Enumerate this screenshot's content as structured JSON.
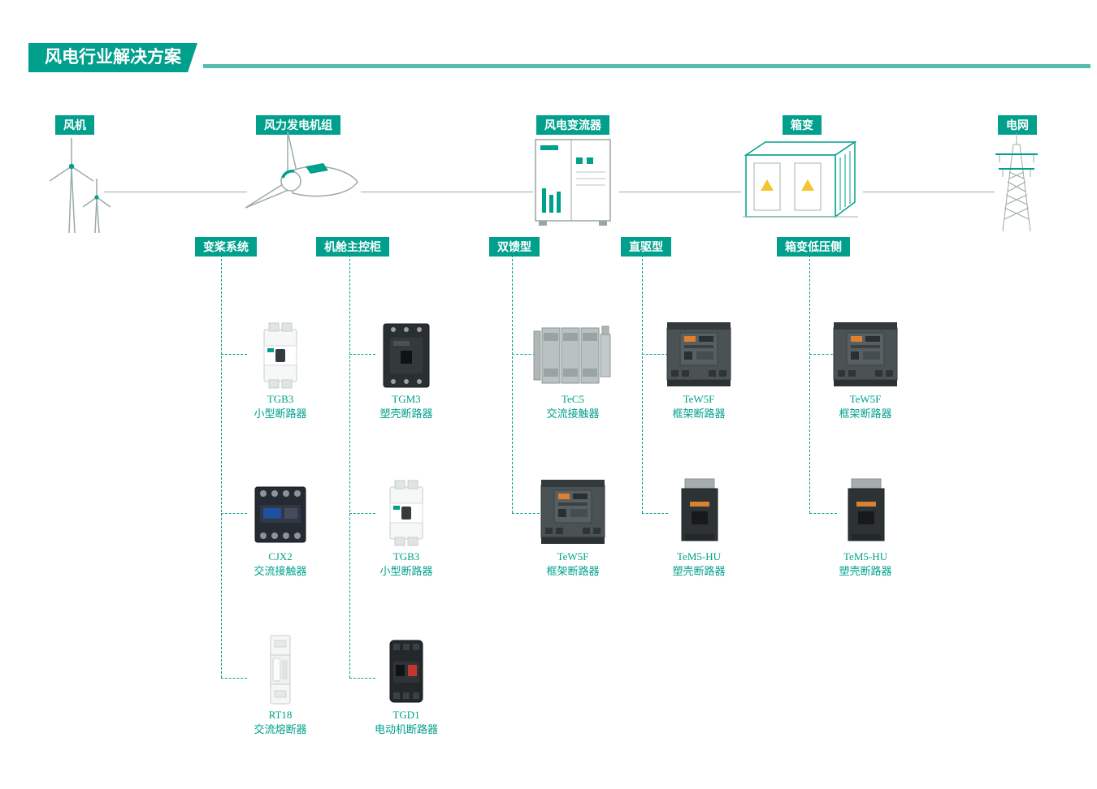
{
  "page": {
    "title": "风电行业解决方案",
    "accent_color": "#00A08C",
    "line_color": "#54BDAF"
  },
  "flow": {
    "stages": [
      {
        "label": "风机",
        "icon": "wind-turbine-icon"
      },
      {
        "label": "风力发电机组",
        "icon": "nacelle-icon"
      },
      {
        "label": "风电变流器",
        "icon": "converter-cabinet-icon"
      },
      {
        "label": "箱变",
        "icon": "box-substation-icon"
      },
      {
        "label": "电网",
        "icon": "transmission-tower-icon"
      }
    ]
  },
  "categories": [
    {
      "label": "变桨系统",
      "products": [
        {
          "model": "TGB3",
          "name": "小型断路器"
        },
        {
          "model": "CJX2",
          "name": "交流接触器"
        },
        {
          "model": "RT18",
          "name": "交流熔断器"
        }
      ]
    },
    {
      "label": "机舱主控柜",
      "products": [
        {
          "model": "TGM3",
          "name": "塑壳断路器"
        },
        {
          "model": "TGB3",
          "name": "小型断路器"
        },
        {
          "model": "TGD1",
          "name": "电动机断路器"
        }
      ]
    },
    {
      "label": "双馈型",
      "products": [
        {
          "model": "TeC5",
          "name": "交流接触器"
        },
        {
          "model": "TeW5F",
          "name": "框架断路器"
        }
      ]
    },
    {
      "label": "直驱型",
      "products": [
        {
          "model": "TeW5F",
          "name": "框架断路器"
        },
        {
          "model": "TeM5-HU",
          "name": "塑壳断路器"
        }
      ]
    },
    {
      "label": "箱变低压侧",
      "products": [
        {
          "model": "TeW5F",
          "name": "框架断路器"
        },
        {
          "model": "TeM5-HU",
          "name": "塑壳断路器"
        }
      ]
    }
  ]
}
